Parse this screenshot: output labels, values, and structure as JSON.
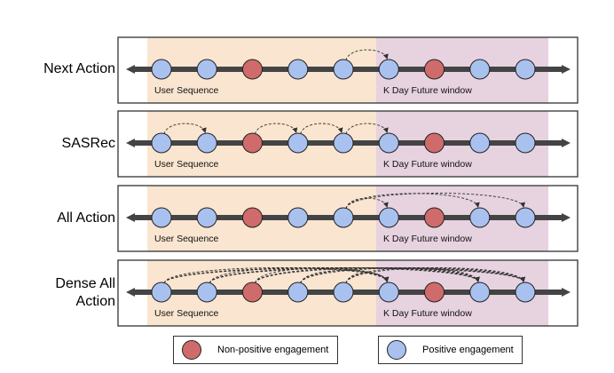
{
  "colors": {
    "positive": "#a9c1ee",
    "non_positive": "#d06b6b",
    "user_sequence_bg": "#f9e5d0",
    "future_window_bg": "#e7d2e0",
    "timeline": "#444444",
    "arrow": "#333333"
  },
  "node_types": [
    "positive",
    "positive",
    "non_positive",
    "positive",
    "positive",
    "positive",
    "non_positive",
    "positive",
    "positive"
  ],
  "user_sequence_count": 5,
  "regions": {
    "user_sequence_label": "User Sequence",
    "future_window_label": "K Day Future window"
  },
  "rows": [
    {
      "label": "Next Action",
      "label_lines": [
        "Next Action"
      ],
      "arrows": [
        [
          5,
          6
        ]
      ]
    },
    {
      "label": "SASRec",
      "label_lines": [
        "SASRec"
      ],
      "arrows": [
        [
          1,
          2
        ],
        [
          3,
          4
        ],
        [
          4,
          5
        ],
        [
          5,
          6
        ]
      ]
    },
    {
      "label": "All Action",
      "label_lines": [
        "All Action"
      ],
      "arrows": [
        [
          5,
          6
        ],
        [
          5,
          8
        ],
        [
          5,
          9
        ]
      ]
    },
    {
      "label": "Dense All Action",
      "label_lines": [
        "Dense All",
        "Action"
      ],
      "arrows": [
        [
          1,
          6
        ],
        [
          1,
          8
        ],
        [
          1,
          9
        ],
        [
          2,
          6
        ],
        [
          2,
          8
        ],
        [
          2,
          9
        ],
        [
          3,
          6
        ],
        [
          3,
          8
        ],
        [
          3,
          9
        ],
        [
          4,
          6
        ],
        [
          4,
          8
        ],
        [
          4,
          9
        ],
        [
          5,
          6
        ],
        [
          5,
          8
        ],
        [
          5,
          9
        ]
      ]
    }
  ],
  "legend": {
    "non_positive_label": "Non-positive engagement",
    "positive_label": "Positive engagement"
  }
}
